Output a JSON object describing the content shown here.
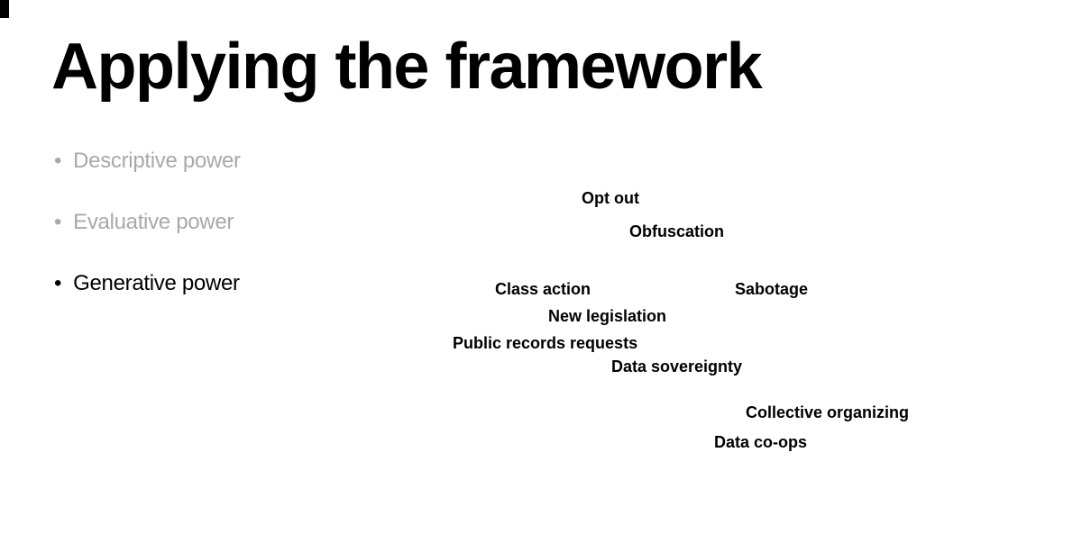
{
  "slide": {
    "title": "Applying the framework",
    "bullet_glyph": "•",
    "bullets": [
      {
        "id": "descriptive-power",
        "label": "Descriptive power",
        "state": "inactive"
      },
      {
        "id": "evaluative-power",
        "label": "Evaluative power",
        "state": "inactive"
      },
      {
        "id": "generative-power",
        "label": "Generative power",
        "state": "active"
      }
    ],
    "tactics": [
      {
        "id": "opt-out",
        "label": "Opt out"
      },
      {
        "id": "obfuscation",
        "label": "Obfuscation"
      },
      {
        "id": "class-action",
        "label": "Class action"
      },
      {
        "id": "sabotage",
        "label": "Sabotage"
      },
      {
        "id": "new-legislation",
        "label": "New legislation"
      },
      {
        "id": "public-records-requests",
        "label": "Public records requests"
      },
      {
        "id": "data-sovereignty",
        "label": "Data sovereignty"
      },
      {
        "id": "collective-organizing",
        "label": "Collective organizing"
      },
      {
        "id": "data-co-ops",
        "label": "Data co-ops"
      }
    ],
    "colors": {
      "background": "#ffffff",
      "title_text": "#000000",
      "inactive_bullet_text": "#a9a9a9",
      "active_bullet_text": "#000000",
      "tactic_text": "#000000",
      "corner_artifact": "#000000"
    }
  }
}
